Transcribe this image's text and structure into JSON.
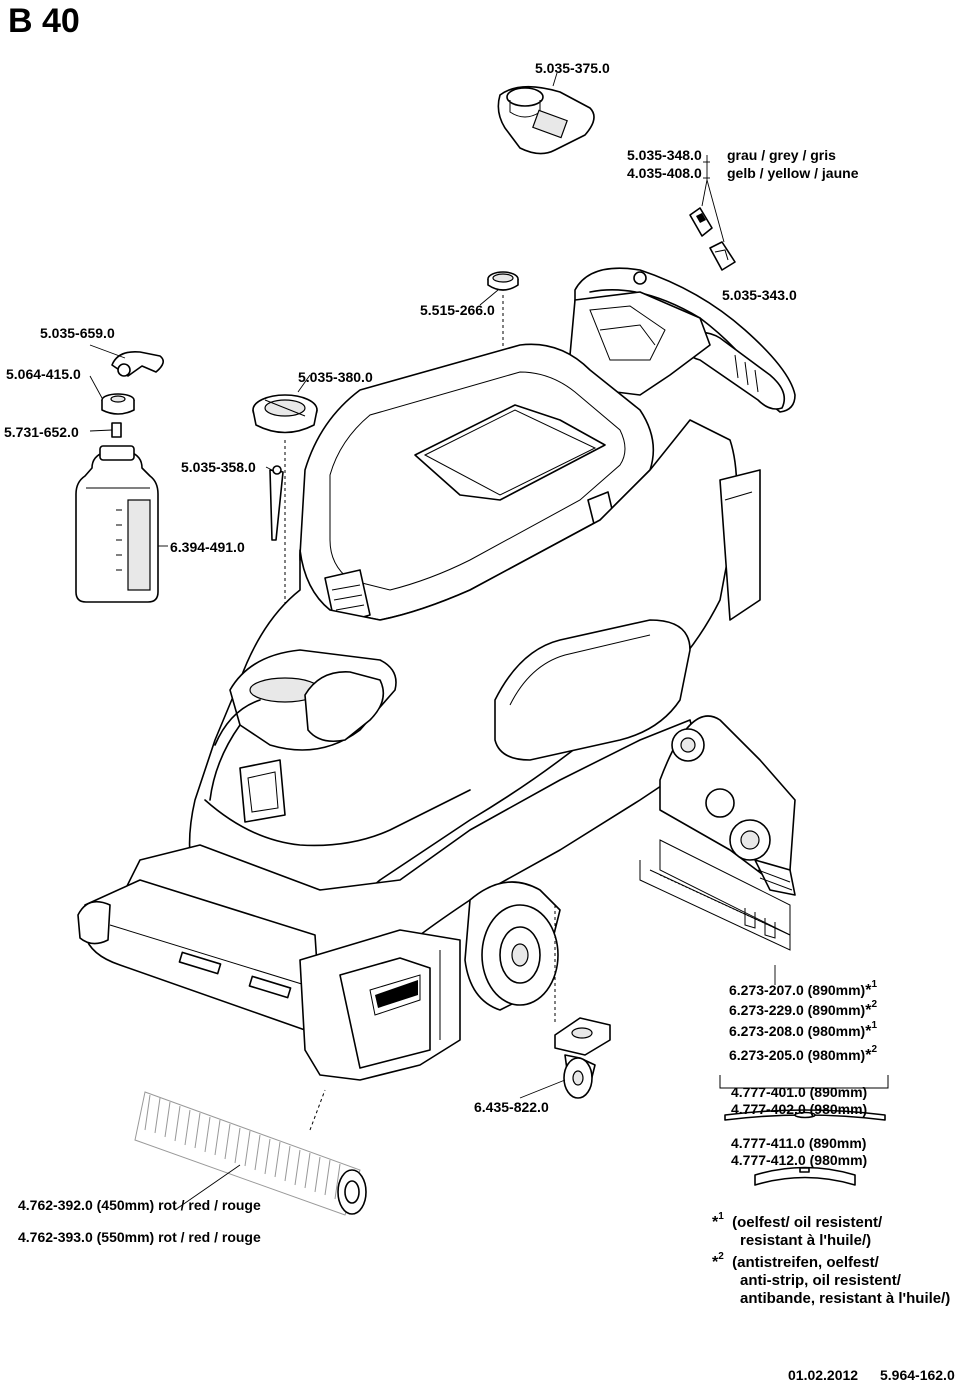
{
  "title": "B 40",
  "parts": {
    "p_375": "5.035-375.0",
    "p_348": "5.035-348.0",
    "p_348_color": "grau / grey / gris",
    "p_408": "4.035-408.0",
    "p_408_color": "gelb / yellow / jaune",
    "p_343": "5.035-343.0",
    "p_266": "5.515-266.0",
    "p_659": "5.035-659.0",
    "p_415": "5.064-415.0",
    "p_380": "5.035-380.0",
    "p_652": "5.731-652.0",
    "p_358": "5.035-358.0",
    "p_491": "6.394-491.0",
    "p_207": "6.273-207.0 (890mm)",
    "p_229": "6.273-229.0 (890mm)",
    "p_208": "6.273-208.0 (980mm)",
    "p_205": "6.273-205.0 (980mm)",
    "p_822": "6.435-822.0",
    "p_401": "4.777-401.0 (890mm)",
    "p_402": "4.777-402.0 (980mm)",
    "p_411": "4.777-411.0 (890mm)",
    "p_412": "4.777-412.0 (980mm)",
    "p_392": "4.762-392.0 (450mm) rot / red / rouge",
    "p_393": "4.762-393.0 (550mm) rot / red / rouge"
  },
  "markers": {
    "star": "*",
    "one": "1",
    "two": "2"
  },
  "notes": {
    "n1_l1": "(oelfest/ oil resistent/",
    "n1_l2": "resistant à l'huile/)",
    "n2_l1": "(antistreifen, oelfest/",
    "n2_l2": "anti-strip, oil resistent/",
    "n2_l3": "antibande, resistant à l'huile/)"
  },
  "footer": {
    "date": "01.02.2012",
    "doc_no": "5.964-162.0"
  }
}
